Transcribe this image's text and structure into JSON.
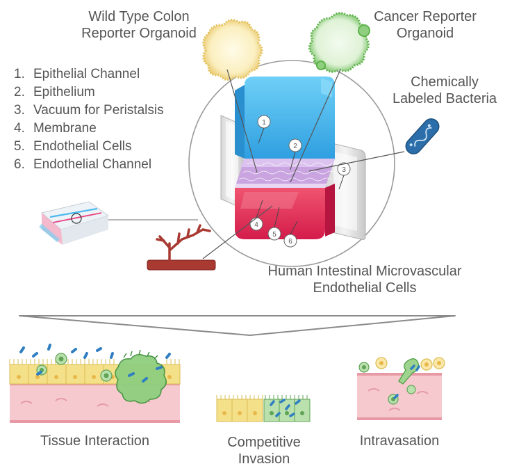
{
  "labels": {
    "wild_type_line1": "Wild Type Colon",
    "wild_type_line2": "Reporter Organoid",
    "cancer_line1": "Cancer Reporter",
    "cancer_line2": "Organoid",
    "bacteria_line1": "Chemically",
    "bacteria_line2": "Labeled Bacteria",
    "himec_line1": "Human Intestinal Microvascular",
    "himec_line2": "Endothelial Cells"
  },
  "legend": [
    {
      "num": "1.",
      "text": "Epithelial Channel"
    },
    {
      "num": "2.",
      "text": "Epithelium"
    },
    {
      "num": "3.",
      "text": "Vacuum for Peristalsis"
    },
    {
      "num": "4.",
      "text": "Membrane"
    },
    {
      "num": "5.",
      "text": "Endothelial Cells"
    },
    {
      "num": "6.",
      "text": "Endothelial Channel"
    }
  ],
  "markers": [
    "1",
    "2",
    "3",
    "4",
    "5",
    "6"
  ],
  "panels": {
    "tissue_interaction": "Tissue Interaction",
    "competitive_line1": "Competitive",
    "competitive_line2": "Invasion",
    "intravasation": "Intravasation"
  },
  "colors": {
    "epithelial_channel": "#3fb4ea",
    "endothelial_channel": "#e2305a",
    "epithelium": "#c9a4e0",
    "wild_type_organoid": "#f2d98a",
    "cancer_organoid": "#8fcf7f",
    "bacteria": "#2b6ea9",
    "vessel": "#a83a32",
    "epithelial_cell": "#f5e08a",
    "stroma": "#f6c9cf"
  }
}
